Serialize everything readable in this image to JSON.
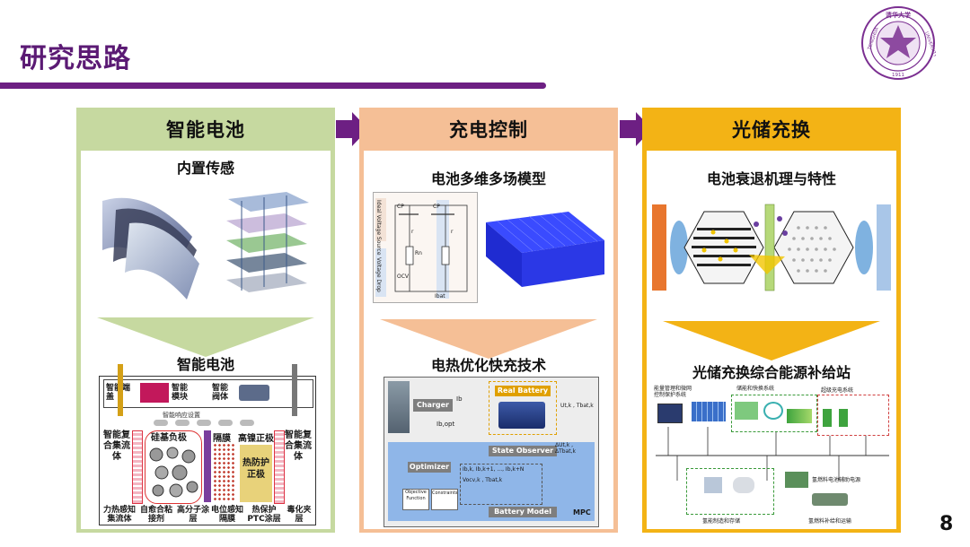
{
  "slide": {
    "title": "研究思路",
    "page_number": "8"
  },
  "logo": {
    "ring_left": "TSINGHUA",
    "ring_right": "UNIVERSITY",
    "year": "1911",
    "seal_glyphs": "清华大学"
  },
  "colors": {
    "title": "#5b1a74",
    "rule": "#6d1f83",
    "green_header": "#c6d9a0",
    "orange_header": "#f5bf96",
    "yellow_header": "#f3b315",
    "arrow": "#6d1f83"
  },
  "columns": [
    {
      "header": "智能电池",
      "top_subtitle": "内置传感",
      "bottom_subtitle": "智能电池",
      "diagram": {
        "top_labels": [
          "智能端盖",
          "智能模块",
          "智能阀体"
        ],
        "micro_label": "智能响应设置",
        "section_labels": [
          "硅基负极",
          "隔膜",
          "高镍正极",
          "热防护正极"
        ],
        "side_left": "智能复合集流体",
        "side_right": "智能复合集流体",
        "bottom_labels": [
          "力热感知集流体",
          "自愈合粘接剂",
          "高分子涂层",
          "电位感知隔膜",
          "热保护PTC涂层",
          "毒化夹层"
        ]
      }
    },
    {
      "header": "充电控制",
      "top_subtitle": "电池多维多场模型",
      "bottom_subtitle": "电热优化快充技术",
      "circuit": {
        "left_label_a": "Ideal Voltage Source",
        "left_label_b": "Voltage Drop",
        "cp1": "CP",
        "cp2": "CP",
        "r1": "r",
        "r2": "r",
        "rn": "Rn",
        "ocv": "OCV",
        "ibat": "Ibat"
      },
      "mpc": {
        "charger": "Charger",
        "real_battery": "Real Battery",
        "state_observer": "State Observer",
        "optimizer": "Optimizer",
        "battery_model": "Battery Model",
        "mpc_label": "MPC",
        "objective": "Objective Function",
        "constraints": "Constraints",
        "ib": "Ib",
        "ib_opt": "Ib,opt",
        "outputs": "Ut,k , Tbat,k",
        "delta": "ΔUt,k , ΔTbat,k",
        "pred_i": "Ib,k, Ib,k+1, ..., Ib,k+N",
        "pred_u": "Vocv,k , Tbat,k"
      }
    },
    {
      "header": "光储充换",
      "top_subtitle": "电池衰退机理与特性",
      "bottom_subtitle": "光储充换综合能源补给站",
      "station_labels": [
        "能量管理和微网控制保护系统",
        "储能和快换系统",
        "超级充电系统",
        "氢能制造和存储",
        "氢燃料电池辅助电源",
        "氢燃料补给和运输"
      ]
    }
  ]
}
